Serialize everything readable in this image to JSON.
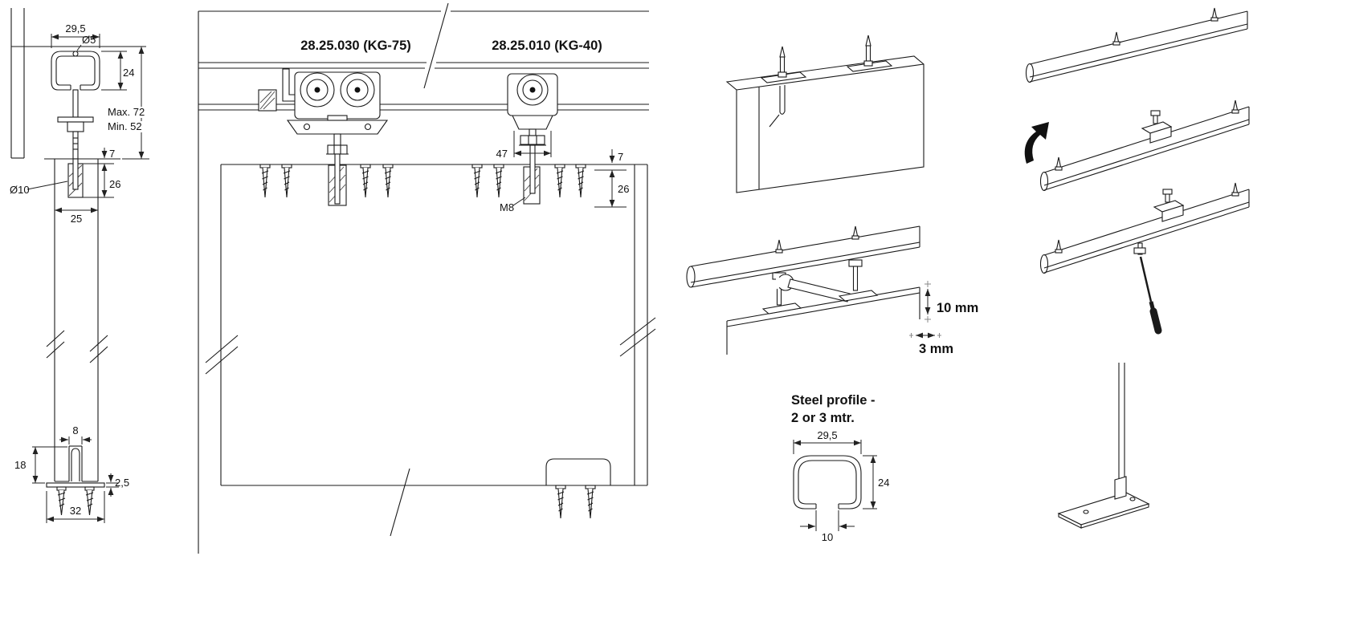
{
  "page": {
    "background": "#ffffff",
    "ink": "#1a1a1a"
  },
  "left": {
    "d29_5": "29,5",
    "o5": "Ø5",
    "d24": "24",
    "max": "Max. 72",
    "min": "Min. 52",
    "d7": "7",
    "d26": "26",
    "o10": "Ø10",
    "d25": "25",
    "d8": "8",
    "d18": "18",
    "d2_5": "2,5",
    "d32": "32"
  },
  "center": {
    "kg75": "28.25.030 (KG-75)",
    "kg40": "28.25.010 (KG-40)",
    "d47": "47",
    "d7": "7",
    "d26": "26",
    "m8": "M8"
  },
  "mount": {
    "d10mm": "10 mm",
    "d3mm": "3 mm",
    "steel1": "Steel profile -",
    "steel2": "2 or 3 mtr.",
    "d29_5": "29,5",
    "d24": "24",
    "d10": "10"
  }
}
